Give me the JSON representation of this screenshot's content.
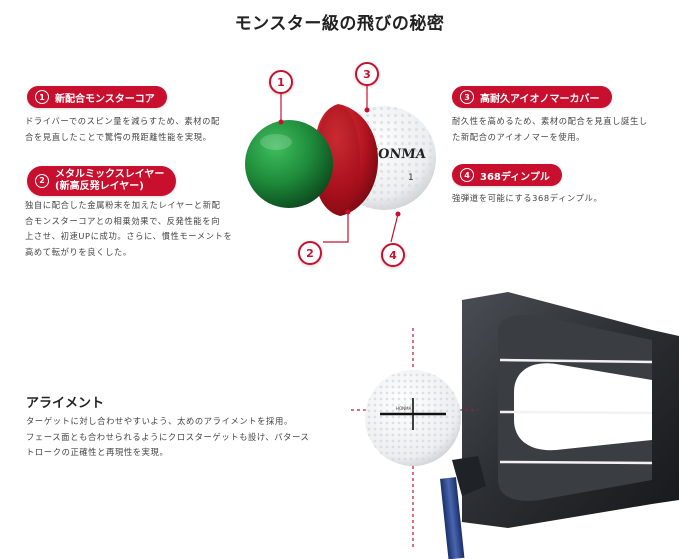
{
  "title": "モンスター級の飛びの秘密",
  "features": [
    {
      "num": "1",
      "label": "新配合モンスターコア",
      "desc": [
        "ドライバーでのスピン量を減らすため、素材の配",
        "合を見直したことで驚愕の飛距離性能を実現。"
      ]
    },
    {
      "num": "2",
      "label_line1": "メタルミックスレイヤー",
      "label_line2": "(新高反発レイヤー)",
      "desc": [
        "独自に配合した金属粉末を加えたレイヤーと新配",
        "合モンスターコアとの相乗効果で、反発性能を向",
        "上させ、初速UPに成功。さらに、慣性モーメントを",
        "高めて転がりを良くした。"
      ]
    },
    {
      "num": "3",
      "label": "高耐久アイオノマーカバー",
      "desc": [
        "耐久性を高めるため、素材の配合を見直し誕生し",
        "た新配合のアイオノマーを使用。"
      ]
    },
    {
      "num": "4",
      "label": "368ディンプル",
      "desc": [
        "強弾道を可能にする368ディンプル。"
      ]
    }
  ],
  "ball": {
    "brand": "HONMA",
    "number": "1"
  },
  "callouts": [
    "1",
    "2",
    "3",
    "4"
  ],
  "alignment": {
    "title": "アライメント",
    "desc": [
      "ターゲットに対し合わせやすいよう、太めのアライメントを採用。",
      "フェース面とも合わせられるようにクロスターゲットも設け、パタース",
      "トロークの正確性と再現性を実現。"
    ]
  },
  "colors": {
    "accent": "#c8102e",
    "core": "#1e8a3a",
    "layer": "#b0121e",
    "putter": "#2a2d31"
  }
}
